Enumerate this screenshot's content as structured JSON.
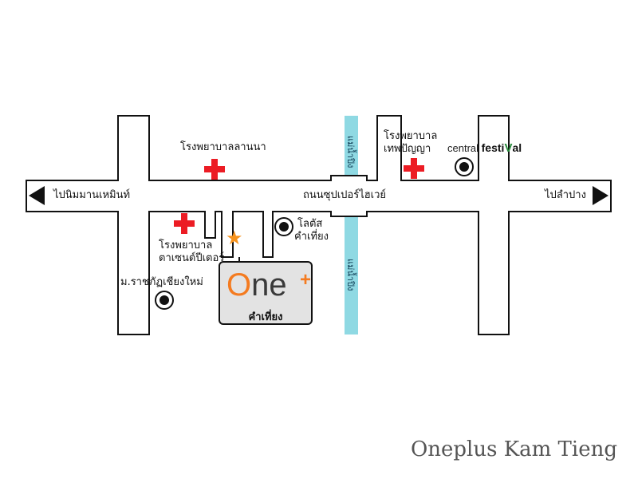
{
  "map": {
    "roads": {
      "main_road": "ถนนซุปเปอร์ไฮเวย์"
    },
    "directions": {
      "west": "ไปนิมมานเหมินท์",
      "east": "ไปลำปาง"
    },
    "river": {
      "label_north": "แม่น้ำปิง",
      "label_south": "แม่น้ำปิง",
      "color": "#8fd9e3"
    },
    "landmarks": {
      "hospital_lanna": "โรงพยาบาลลานนา",
      "hospital_theppanya_line1": "โรงพยาบาล",
      "hospital_theppanya_line2": "เทพปัญญา",
      "hospital_stpeter_line1": "โรงพยาบาล",
      "hospital_stpeter_line2": "ตาเซนต์ปีเตอร์",
      "lotus_line1": "โลตัส",
      "lotus_line2": "คำเที่ยง",
      "university": "ม.ราชภัฏเชียงใหม่"
    },
    "central_festival": {
      "prefix": "central ",
      "bold": "festi",
      "v": "V",
      "suffix": "al"
    },
    "store": {
      "logo_o": "O",
      "logo_rest": "ne",
      "logo_plus": "+",
      "name": "คำเที่ยง",
      "accent_color": "#f47b20"
    },
    "hospital_cross_color": "#ec1c24",
    "caption": "Oneplus Kam Tieng"
  }
}
